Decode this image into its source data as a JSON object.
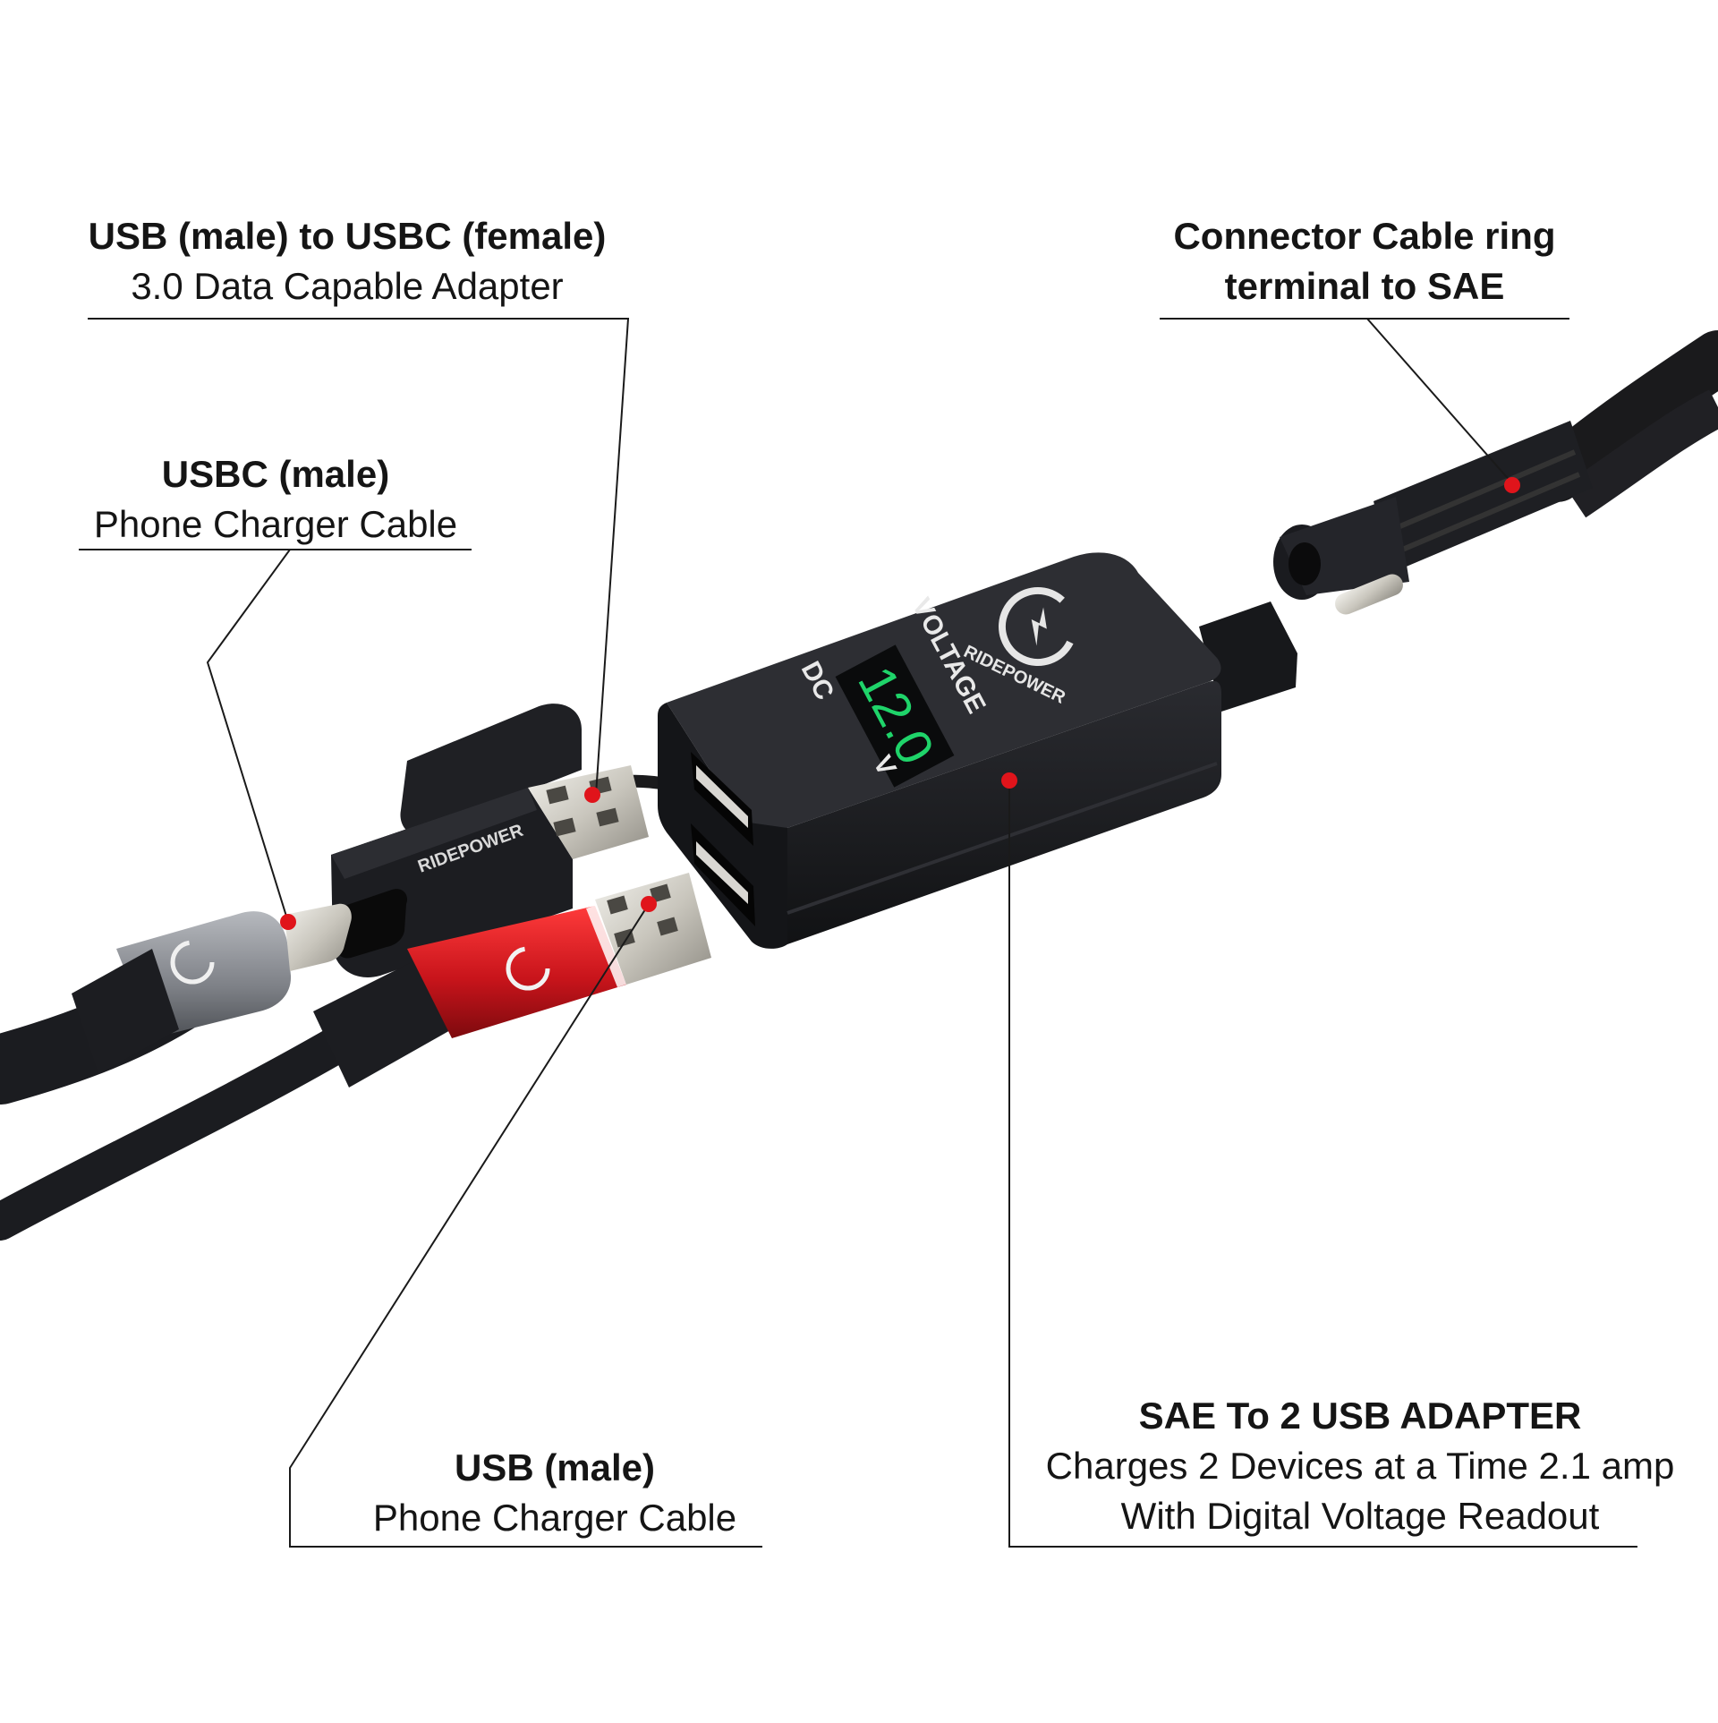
{
  "labels": {
    "adapter_usb_to_usbc": {
      "title": "USB (male) to USBC (female)",
      "subtitle": "3.0 Data Capable Adapter"
    },
    "connector_cable": {
      "line1": "Connector Cable ring",
      "line2": "terminal to SAE"
    },
    "usbc_cable": {
      "title": "USBC (male)",
      "subtitle": "Phone Charger Cable"
    },
    "usb_cable": {
      "title": "USB (male)",
      "subtitle": "Phone Charger Cable"
    },
    "sae_adapter": {
      "title": "SAE To 2 USB ADAPTER",
      "line2": "Charges 2 Devices at a Time 2.1 amp",
      "line3": "With Digital Voltage Readout"
    }
  },
  "device": {
    "brand": "RIDEPOWER",
    "panel_label": "VOLTAGE",
    "dc_label": "DC",
    "unit_label": "V",
    "readout": "12.0"
  },
  "colors": {
    "marker": "#e0141b",
    "device_body": "#1b1c1f",
    "readout": "#1fd46a",
    "red_plug": "#c8141b",
    "gray_plug": "#8a8d92",
    "metal": "#d8d6d0"
  }
}
